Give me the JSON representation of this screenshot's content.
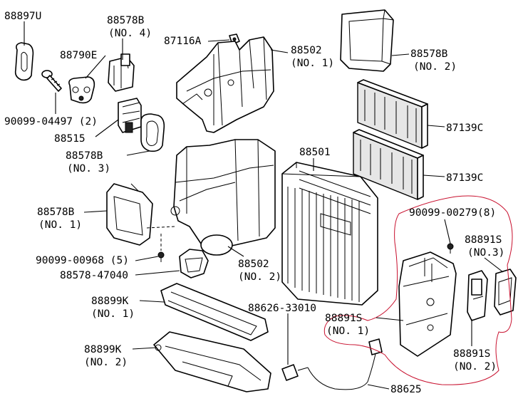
{
  "callouts": {
    "p88897u": "88897U",
    "p88578b_no4": "88578B",
    "p88578b_no4_sub": "(NO. 4)",
    "p87116a": "87116A",
    "p88502_no1": "88502",
    "p88502_no1_sub": "(NO. 1)",
    "p88578b_no2": "88578B",
    "p88578b_no2_sub": "(NO. 2)",
    "p88790e": "88790E",
    "p90099_04497": "90099-04497 (2)",
    "p88515": "88515",
    "p88578b_no3": "88578B",
    "p88578b_no3_sub": "(NO. 3)",
    "p87139c_a": "87139C",
    "p88501": "88501",
    "p87139c_b": "87139C",
    "p88578b_no1": "88578B",
    "p88578b_no1_sub": "(NO. 1)",
    "p90099_00279": "90099-00279(8)",
    "p88891s_no3": "88891S",
    "p88891s_no3_sub": "(NO.3)",
    "p90099_00968": "90099-00968 (5)",
    "p88578_47040": "88578-47040",
    "p88502_no2": "88502",
    "p88502_no2_sub": "(NO. 2)",
    "p88899k_no1": "88899K",
    "p88899k_no1_sub": "(NO. 1)",
    "p88626_33010": "88626-33010",
    "p88891s_no1": "88891S",
    "p88891s_no1_sub": "(NO. 1)",
    "p88899k_no2": "88899K",
    "p88899k_no2_sub": "(NO. 2)",
    "p88891s_no2": "88891S",
    "p88891s_no2_sub": "(NO. 2)",
    "p88625": "88625"
  },
  "colors": {
    "ink": "#000000",
    "highlight": "#c8102e",
    "background": "#ffffff"
  }
}
